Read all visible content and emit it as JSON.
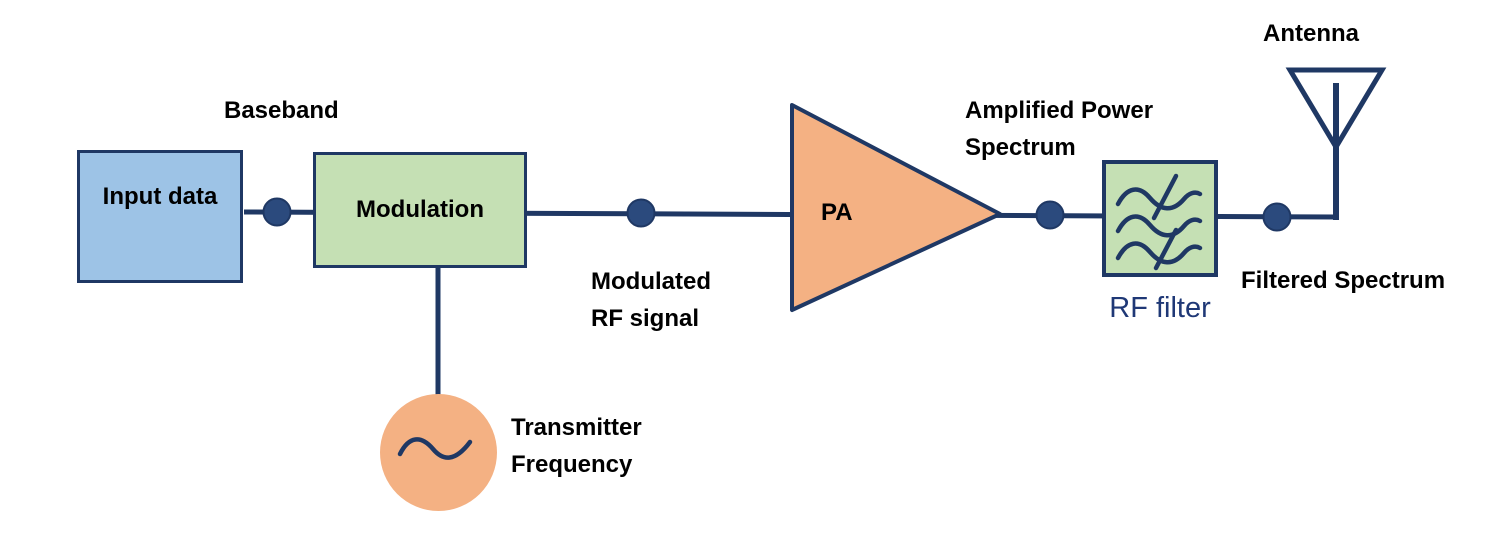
{
  "colors": {
    "navy": "#1f3864",
    "dot-fill": "#2b4a7d",
    "box-blue": "#9dc3e6",
    "box-green": "#c5e0b4",
    "orange": "#f4b183",
    "rf-label-blue": "#1f3876",
    "label-black": "#000000",
    "background": "#ffffff"
  },
  "diagram": {
    "blocks": {
      "input_data": {
        "label": "Input data"
      },
      "modulation": {
        "label": "Modulation"
      },
      "pa": {
        "label": "PA"
      },
      "rf_filter": {
        "label": "RF filter"
      }
    },
    "labels": {
      "baseband": "Baseband",
      "modulated_rf": "Modulated\nRF signal",
      "amplified_power": "Amplified Power\nSpectrum",
      "filtered_spectrum": "Filtered Spectrum",
      "antenna": "Antenna",
      "transmitter_frequency": "Transmitter\nFrequency"
    },
    "icons": {
      "oscillator": "sine-wave-icon",
      "rf_filter": "filter-waves-icon",
      "antenna": "antenna-icon",
      "connector_node": "node-dot-icon"
    }
  }
}
